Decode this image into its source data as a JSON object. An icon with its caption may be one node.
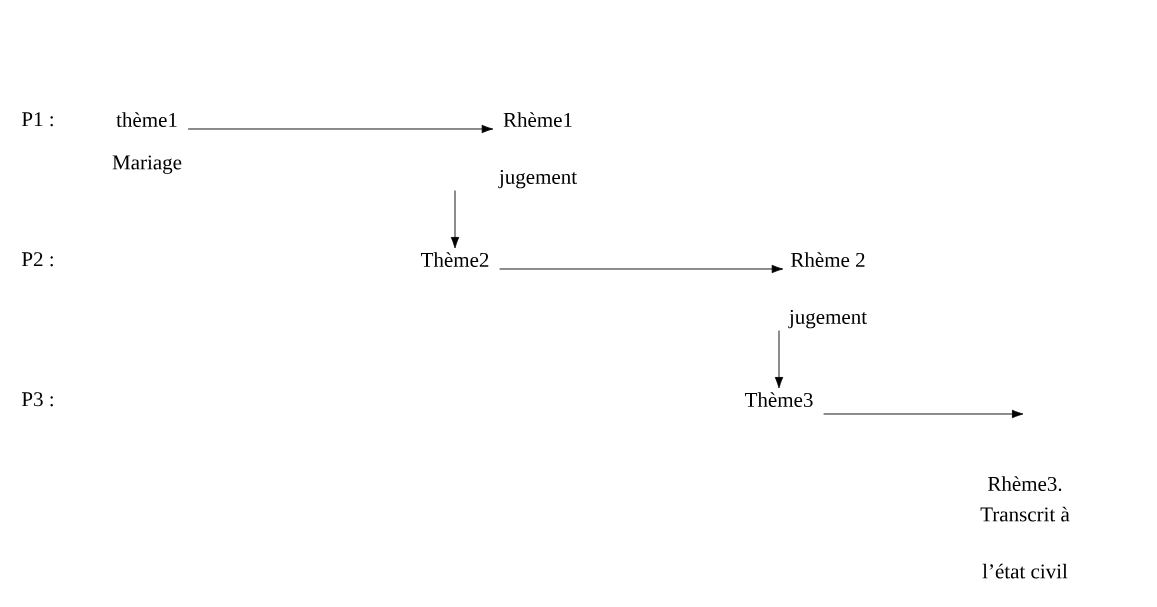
{
  "diagram": {
    "nodes": [
      {
        "text": [
          "thème1"
        ],
        "beside": [
          "Mariage"
        ]
      },
      {
        "text": [
          "Rhème1",
          "jugement"
        ]
      },
      {
        "text": [
          "Thème2"
        ]
      },
      {
        "text": [
          "Rhème  2",
          "jugement"
        ]
      },
      {
        "text": [
          "Thème3"
        ]
      },
      {
        "text": [
          "Rhème3.",
          "Transcrit à l’état civil"
        ]
      }
    ],
    "edges": [
      {
        "from": 0,
        "to": 1,
        "arrow": "to"
      },
      {
        "from": 1,
        "to": 2,
        "arrow": "to"
      },
      {
        "from": 2,
        "to": 3,
        "arrow": "to"
      },
      {
        "from": 3,
        "to": 4,
        "arrow": "to"
      },
      {
        "from": 4,
        "to": 5,
        "arrow": "to"
      }
    ],
    "labels": [
      "P1 :",
      "P2 :",
      "P3 :"
    ]
  }
}
